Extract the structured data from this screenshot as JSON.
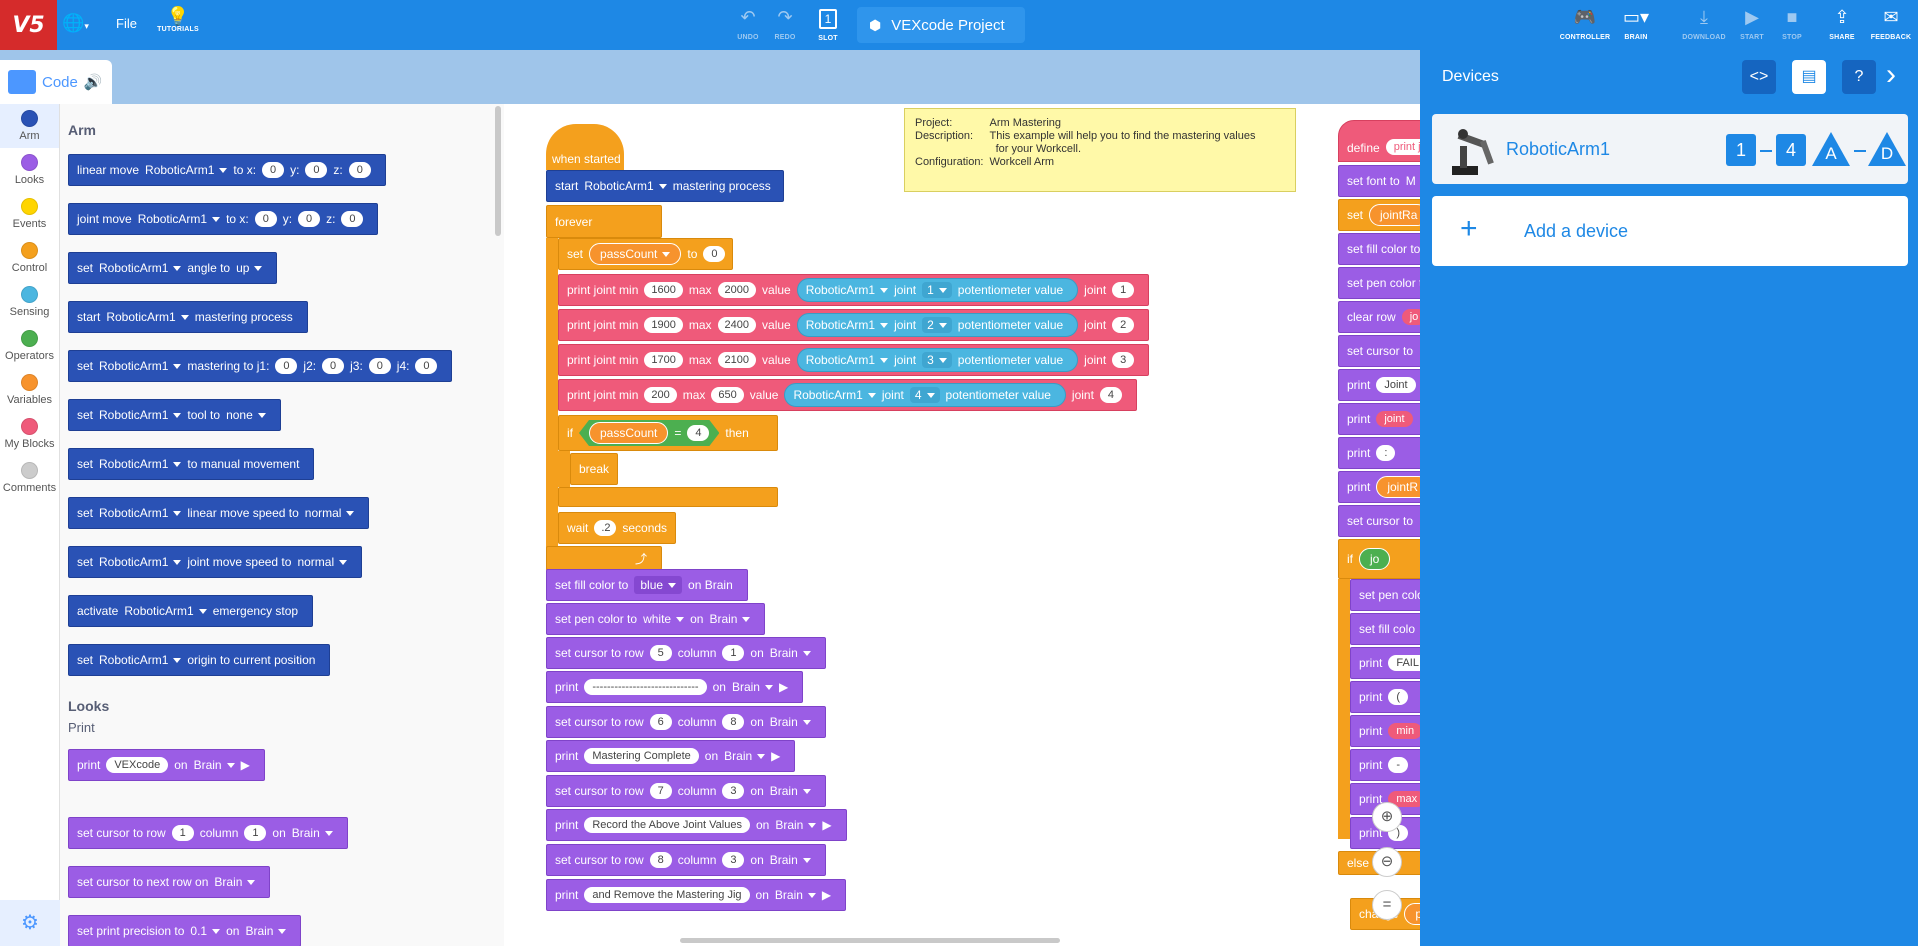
{
  "topbar": {
    "logo": "V5",
    "file": "File",
    "tutorials": "TUTORIALS",
    "undo": "UNDO",
    "redo": "REDO",
    "slot": "SLOT",
    "slot_number": "1",
    "project_name": "VEXcode Project",
    "controller": "CONTROLLER",
    "brain": "BRAIN",
    "download": "DOWNLOAD",
    "start": "START",
    "stop": "STOP",
    "share": "SHARE",
    "feedback": "FEEDBACK"
  },
  "code_tab": "Code",
  "categories": [
    {
      "label": "Arm",
      "color": "#2a52b5"
    },
    {
      "label": "Looks",
      "color": "#9b5de5"
    },
    {
      "label": "Events",
      "color": "#ffd500"
    },
    {
      "label": "Control",
      "color": "#f4a01d"
    },
    {
      "label": "Sensing",
      "color": "#4bb6e0"
    },
    {
      "label": "Operators",
      "color": "#4caf50"
    },
    {
      "label": "Variables",
      "color": "#f7932d"
    },
    {
      "label": "My Blocks",
      "color": "#ef5a7a"
    },
    {
      "label": "Comments",
      "color": "#cccccc"
    }
  ],
  "palette": {
    "arm_title": "Arm",
    "looks_title": "Looks",
    "print_sub": "Print",
    "arm": "RoboticArm1",
    "linear_move": "linear move",
    "joint_move": "joint move",
    "to_x": "to x:",
    "y": "y:",
    "z": "z:",
    "zero": "0",
    "set": "set",
    "angle_to": "angle to",
    "up": "up",
    "start": "start",
    "mastering_process": "mastering process",
    "mastering_to_j1": "mastering to j1:",
    "j2": "j2:",
    "j3": "j3:",
    "j4": "j4:",
    "tool_to": "tool to",
    "none": "none",
    "to_manual": "to manual movement",
    "linear_speed": "linear move speed to",
    "joint_speed": "joint move speed to",
    "normal": "normal",
    "activate": "activate",
    "emergency_stop": "emergency stop",
    "origin": "origin to current position",
    "print": "print",
    "vexcode": "VEXcode",
    "on": "on",
    "brain": "Brain",
    "set_cursor_row": "set cursor to row",
    "one": "1",
    "column": "column",
    "next_row": "set cursor to next row on",
    "precision": "set print precision to",
    "precision_val": "0.1"
  },
  "script": {
    "when_started": "when started",
    "start": "start",
    "arm": "RoboticArm1",
    "mastering_process": "mastering process",
    "forever": "forever",
    "set": "set",
    "passCount": "passCount",
    "to": "to",
    "zero": "0",
    "print_joint_min": "print joint min",
    "max": "max",
    "value": "value",
    "joint": "joint",
    "pot_value": "potentiometer value",
    "rows": [
      {
        "min": "1600",
        "max": "2000",
        "j": "1"
      },
      {
        "min": "1900",
        "max": "2400",
        "j": "2"
      },
      {
        "min": "1700",
        "max": "2100",
        "j": "3"
      },
      {
        "min": "200",
        "max": "650",
        "j": "4"
      }
    ],
    "if": "if",
    "eq": "=",
    "four": "4",
    "then": "then",
    "break": "break",
    "wait": "wait",
    "wait_val": ".2",
    "seconds": "seconds",
    "set_fill": "set fill color to",
    "blue": "blue",
    "on_brain": "on Brain",
    "on": "on",
    "brain": "Brain",
    "set_pen": "set pen color to",
    "white": "white",
    "set_cursor_row": "set cursor to row",
    "column": "column",
    "print": "print",
    "cursor_rows": [
      {
        "row": "5",
        "col": "1"
      },
      {
        "row": "6",
        "col": "8"
      },
      {
        "row": "7",
        "col": "3"
      },
      {
        "row": "8",
        "col": "3"
      }
    ],
    "print_vals": [
      "-----------------------------",
      "Mastering Complete",
      "Record the Above Joint Values",
      "and Remove the Mastering Jig"
    ]
  },
  "note": {
    "project_k": "Project:",
    "project_v": "Arm Mastering",
    "desc_k": "Description:",
    "desc_v": "This example will help you to find the mastering values",
    "desc_v2": "for your Workcell.",
    "config_k": "Configuration:",
    "config_v": "Workcell Arm"
  },
  "rightcol": {
    "define": "define",
    "print_jo": "print jo",
    "set_font_to": "set font to",
    "M": "M",
    "set": "set",
    "jointRa": "jointRa",
    "set_fill_color_to": "set fill color to",
    "set_pen_color": "set pen color to",
    "clear_row": "clear row",
    "set_cursor_to": "set cursor to",
    "print": "print",
    "Joint": "Joint",
    "joint": "joint",
    "colon": ":",
    "jointR": "jointR",
    "if": "if",
    "jo": "jo",
    "set_pen_col": "set pen colo",
    "set_fill_col": "set fill colo",
    "FAIL": "FAIL",
    "lparen": "(",
    "min": "min",
    "dash": "-",
    "max": "max",
    "rparen": ")",
    "else": "else",
    "change": "change",
    "pa": "pa"
  },
  "devices": {
    "title": "Devices",
    "device_name": "RoboticArm1",
    "port_1": "1",
    "port_4": "4",
    "port_a": "A",
    "port_d": "D",
    "add": "Add a device"
  }
}
